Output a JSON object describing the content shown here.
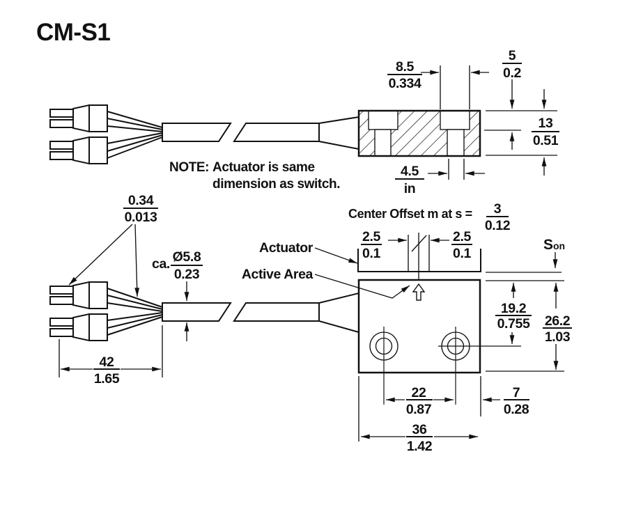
{
  "title": "CM-S1",
  "note": {
    "label": "NOTE:",
    "line1": "Actuator is same",
    "line2": "dimension as switch."
  },
  "callouts": {
    "actuator": "Actuator",
    "active_area": "Active Area",
    "center_offset_prefix": "Center Offset m at s =",
    "son_main": "S",
    "son_sub": "on",
    "cable_prefix": "ca."
  },
  "dims": {
    "cbore_width": {
      "mm": "8.5",
      "inch": "0.334"
    },
    "cbore_depth": {
      "mm": "5",
      "inch": "0.2"
    },
    "switch_thickness": {
      "mm": "13",
      "inch": "0.51"
    },
    "hole_dia": {
      "mm": "4.5",
      "inch": "in"
    },
    "wire_dia": {
      "mm": "0.34",
      "inch": "0.013"
    },
    "cable_dia": {
      "mm": "Ø5.8",
      "inch": "0.23"
    },
    "lead_length": {
      "mm": "42",
      "inch": "1.65"
    },
    "offset_left": {
      "mm": "2.5",
      "inch": "0.1"
    },
    "offset_right": {
      "mm": "2.5",
      "inch": "0.1"
    },
    "center_offset": {
      "mm": "3",
      "inch": "0.12"
    },
    "hole_center_drop": {
      "mm": "19.2",
      "inch": "0.755"
    },
    "switch_height": {
      "mm": "26.2",
      "inch": "1.03"
    },
    "hole_spacing": {
      "mm": "22",
      "inch": "0.87"
    },
    "hole_edge_offset": {
      "mm": "7",
      "inch": "0.28"
    },
    "switch_width": {
      "mm": "36",
      "inch": "1.42"
    }
  },
  "colors": {
    "ink": "#111111",
    "background": "#ffffff"
  }
}
